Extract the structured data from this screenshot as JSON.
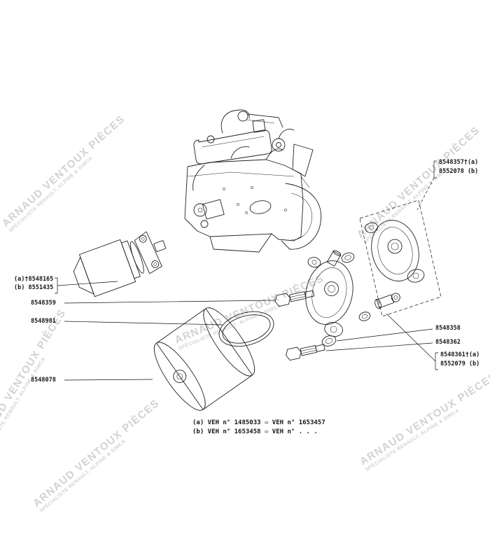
{
  "watermark": {
    "line1": "ARNAUD VENTOUX PIÈCES",
    "line2": "SPÉCIALISTE RENAULT, ALPINE & SIMCA",
    "color": "#c7c7c7"
  },
  "labels": {
    "left_filter_a": "(a)†8548165",
    "left_filter_b": "(b) 8551435",
    "bolt_upper": "8548359",
    "seal_ring": "8548981",
    "cartridge": "8548078",
    "head_upper_a": "8548357†(a)",
    "head_upper_b": "8552078 (b)",
    "washer": "8548358",
    "bolt_lower": "8548362",
    "head_lower_a": "8548361†(a)",
    "head_lower_b": "8552079 (b)"
  },
  "footnote": {
    "line_a": "(a) VEH n° 1485033 ⇨ VEH n° 1653457",
    "line_b": "(b) VEH n° 1653458 ⇨ VEH n° . . ."
  },
  "ink": "#222222",
  "background": "#ffffff"
}
